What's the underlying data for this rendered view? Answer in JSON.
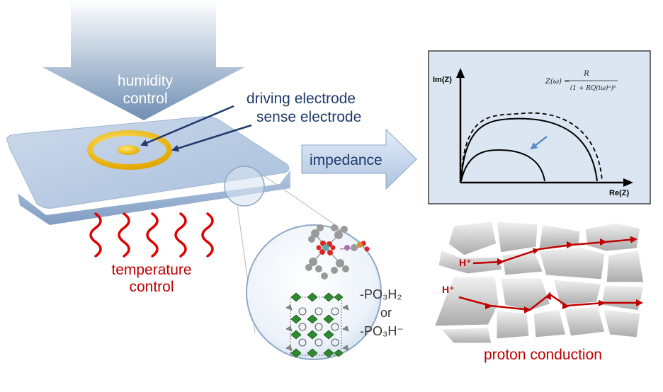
{
  "labels": {
    "humidity_line1": "humidity",
    "humidity_line2": "control",
    "driving_electrode": "driving electrode",
    "sense_electrode": "sense electrode",
    "impedance": "impedance",
    "temperature_line1": "temperature",
    "temperature_line2": "control",
    "proton_conduction": "proton conduction",
    "h_plus_1": "H⁺",
    "h_plus_2": "H⁺"
  },
  "phosphonate": {
    "line1": "-PO₃H₂",
    "or": "or",
    "line2": "-PO₃H⁻"
  },
  "nyquist": {
    "y_axis_label": "Im(Z)",
    "x_axis_label": "Re(Z)",
    "formula_lhs": "Z(ω) =",
    "formula_num": "R",
    "formula_den": "(1 + RQ(iω)ᵅ)ᵝ"
  },
  "colors": {
    "dark_text": "#1f3a6b",
    "red_text": "#c00000",
    "substrate": "#b7c9e2",
    "electrode": "#f2c200",
    "nyquist_bg": "#dce6f2"
  }
}
